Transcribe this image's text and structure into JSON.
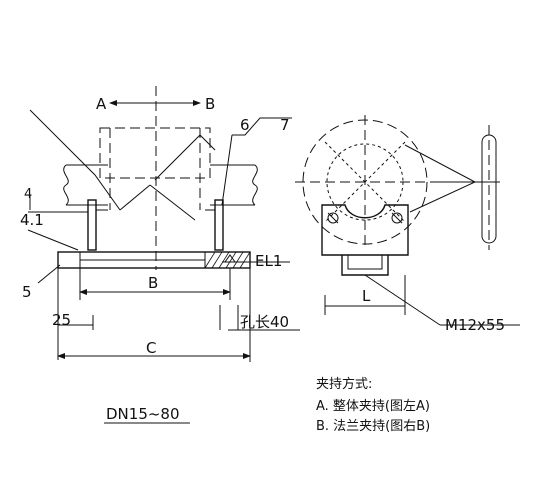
{
  "labels": {
    "section_a": "A",
    "section_b": "B",
    "part_6": "6",
    "part_7": "7",
    "part_4": "4",
    "part_4_1": "4.1",
    "part_5": "5",
    "elevation": "EL1",
    "dim_b": "B",
    "dim_25": "25",
    "hole_length": "孔长40",
    "dim_c": "C",
    "dim_l": "L",
    "bolt": "M12x55",
    "size_range": "DN15~80"
  },
  "notes": {
    "title": "夹持方式:",
    "line_a": "A. 整体夹持(图左A)",
    "line_b": "B. 法兰夹持(图右B)"
  }
}
